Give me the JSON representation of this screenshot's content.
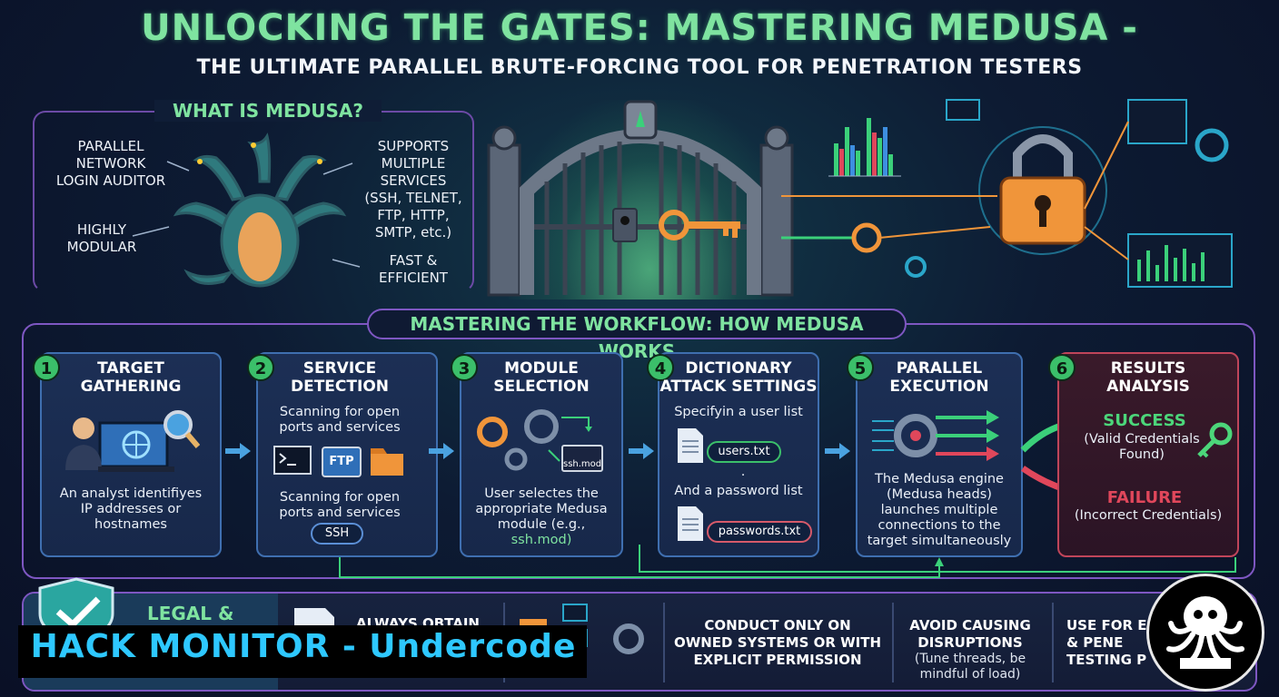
{
  "title": "UNLOCKING THE GATES: MASTERING MEDUSA -",
  "subtitle": "THE ULTIMATE PARALLEL BRUTE-FORCING TOOL FOR PENETRATION TESTERS",
  "what": {
    "heading": "WHAT IS MEDUSA?",
    "feature_1": "PARALLEL\nNETWORK\nLOGIN AUDITOR",
    "feature_2": "HIGHLY\nMODULAR",
    "feature_3": "SUPPORTS\nMULTIPLE\nSERVICES\n(SSH, TELNET,\nFTP, HTTP,\nSMTP, etc.)",
    "feature_4": "FAST &\nEFFICIENT"
  },
  "workflow": {
    "heading": "MASTERING THE WORKFLOW: HOW MEDUSA WORKS",
    "steps": [
      {
        "num": "1",
        "title": "TARGET\nGATHERING",
        "text": "An analyst identifiyes\nIP addresses or\nhostnames"
      },
      {
        "num": "2",
        "title": "SERVICE\nDETECTION",
        "text_top": "Scanning for open\nports and services",
        "text_bottom": "Scanning for open\nports and services",
        "icon_label": "FTP",
        "pill": "SSH"
      },
      {
        "num": "3",
        "title": "MODULE\nSELECTION",
        "file_label": "ssh.mod",
        "text": "User selectes the\nappropriate Medusa\nmodule (e.g.,",
        "module": "ssh.mod)"
      },
      {
        "num": "4",
        "title": "DICTIONARY\nATTACK SETTINGS",
        "text_user": "Specifyin a user list",
        "pill_user": "users.txt",
        "dot": ".",
        "text_pass": "And a password list",
        "pill_pass": "passwords.txt"
      },
      {
        "num": "5",
        "title": "PARALLEL\nEXECUTION",
        "text": "The Medusa engine\n(Medusa heads)\nlaunches multiple\nconnections to the\ntarget simultaneously"
      },
      {
        "num": "6",
        "title": "RESULTS\nANALYSIS",
        "success": "SUCCESS",
        "success_note": "(Valid Credentials\nFound)",
        "failure": "FAILURE",
        "failure_note": "(Incorrect Credentials)"
      }
    ]
  },
  "legal": {
    "title": "LEGAL &",
    "col_1": "ALWAYS OBTAIN",
    "col_2": "CONDUCT ONLY ON\nOWNED SYSTEMS OR WITH\nEXPLICIT PERMISSION",
    "col_3": "AVOID CAUSING\nDISRUPTIONS",
    "col_3_note": "(Tune threads, be\nmindful of load)",
    "col_4": "USE FOR E\n& PENE\nTESTING P"
  },
  "watermark": {
    "text": "HACK MONITOR - Undercode"
  },
  "colors": {
    "accent_green": "#7fe3a0",
    "frame_purple": "#7e57c2",
    "success": "#4cd67a",
    "failure": "#e0475b",
    "watermark": "#2ec8ff"
  }
}
